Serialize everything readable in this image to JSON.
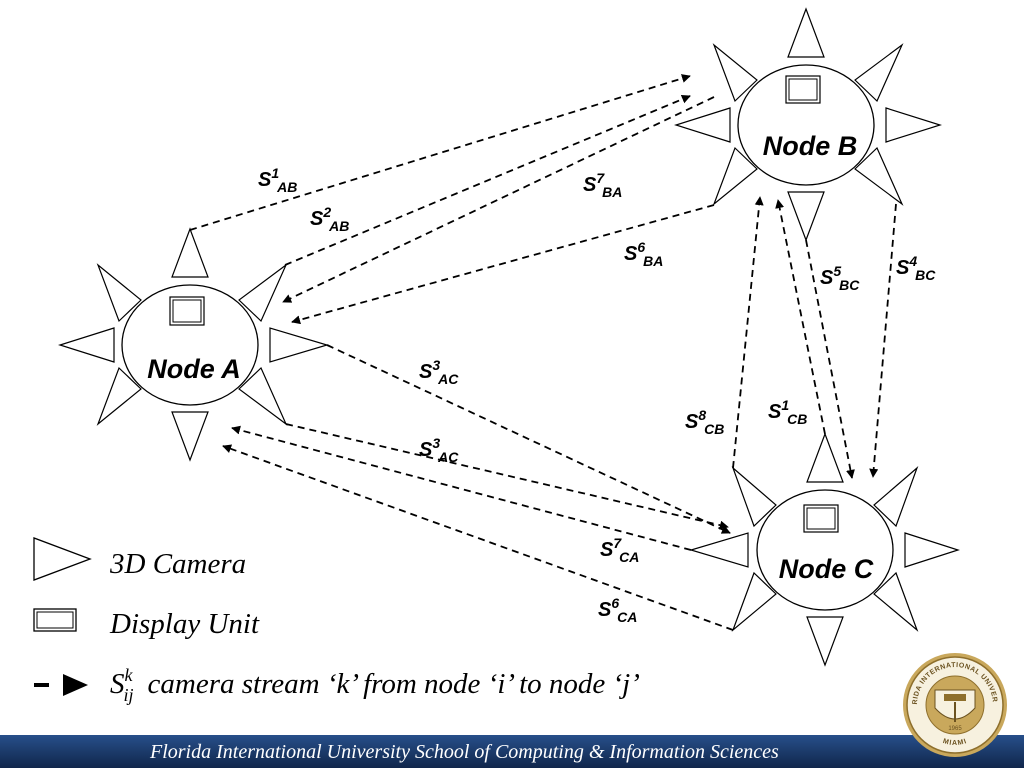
{
  "nodes": {
    "a": {
      "label": "Node A"
    },
    "b": {
      "label": "Node B"
    },
    "c": {
      "label": "Node C"
    }
  },
  "streams": {
    "s1ab": {
      "sup": "1",
      "sub": "AB"
    },
    "s2ab": {
      "sup": "2",
      "sub": "AB"
    },
    "s7ba": {
      "sup": "7",
      "sub": "BA"
    },
    "s6ba": {
      "sup": "6",
      "sub": "BA"
    },
    "s5bc": {
      "sup": "5",
      "sub": "BC"
    },
    "s4bc": {
      "sup": "4",
      "sub": "BC"
    },
    "s3ac_1": {
      "sup": "3",
      "sub": "AC"
    },
    "s3ac_2": {
      "sup": "3",
      "sub": "AC"
    },
    "s8cb": {
      "sup": "8",
      "sub": "CB"
    },
    "s1cb": {
      "sup": "1",
      "sub": "CB"
    },
    "s7ca": {
      "sup": "7",
      "sub": "CA"
    },
    "s6ca": {
      "sup": "6",
      "sub": "CA"
    }
  },
  "legend": {
    "camera_label": "3D Camera",
    "display_label": "Display Unit",
    "stream_symbol": "S",
    "stream_sup": "k",
    "stream_sub": "ij",
    "stream_desc": "camera stream ‘k’ from node ‘i’ to node ‘j’"
  },
  "footer": {
    "text": "Florida International University School of Computing & Information Sciences"
  },
  "logo": {
    "top_text": "FLORIDA INTERNATIONAL UNIVERSITY",
    "bottom_text": "MIAMI",
    "year": "1965"
  },
  "colors": {
    "footer_bar": "#1f3f72",
    "logo_gold": "#b8964a"
  }
}
